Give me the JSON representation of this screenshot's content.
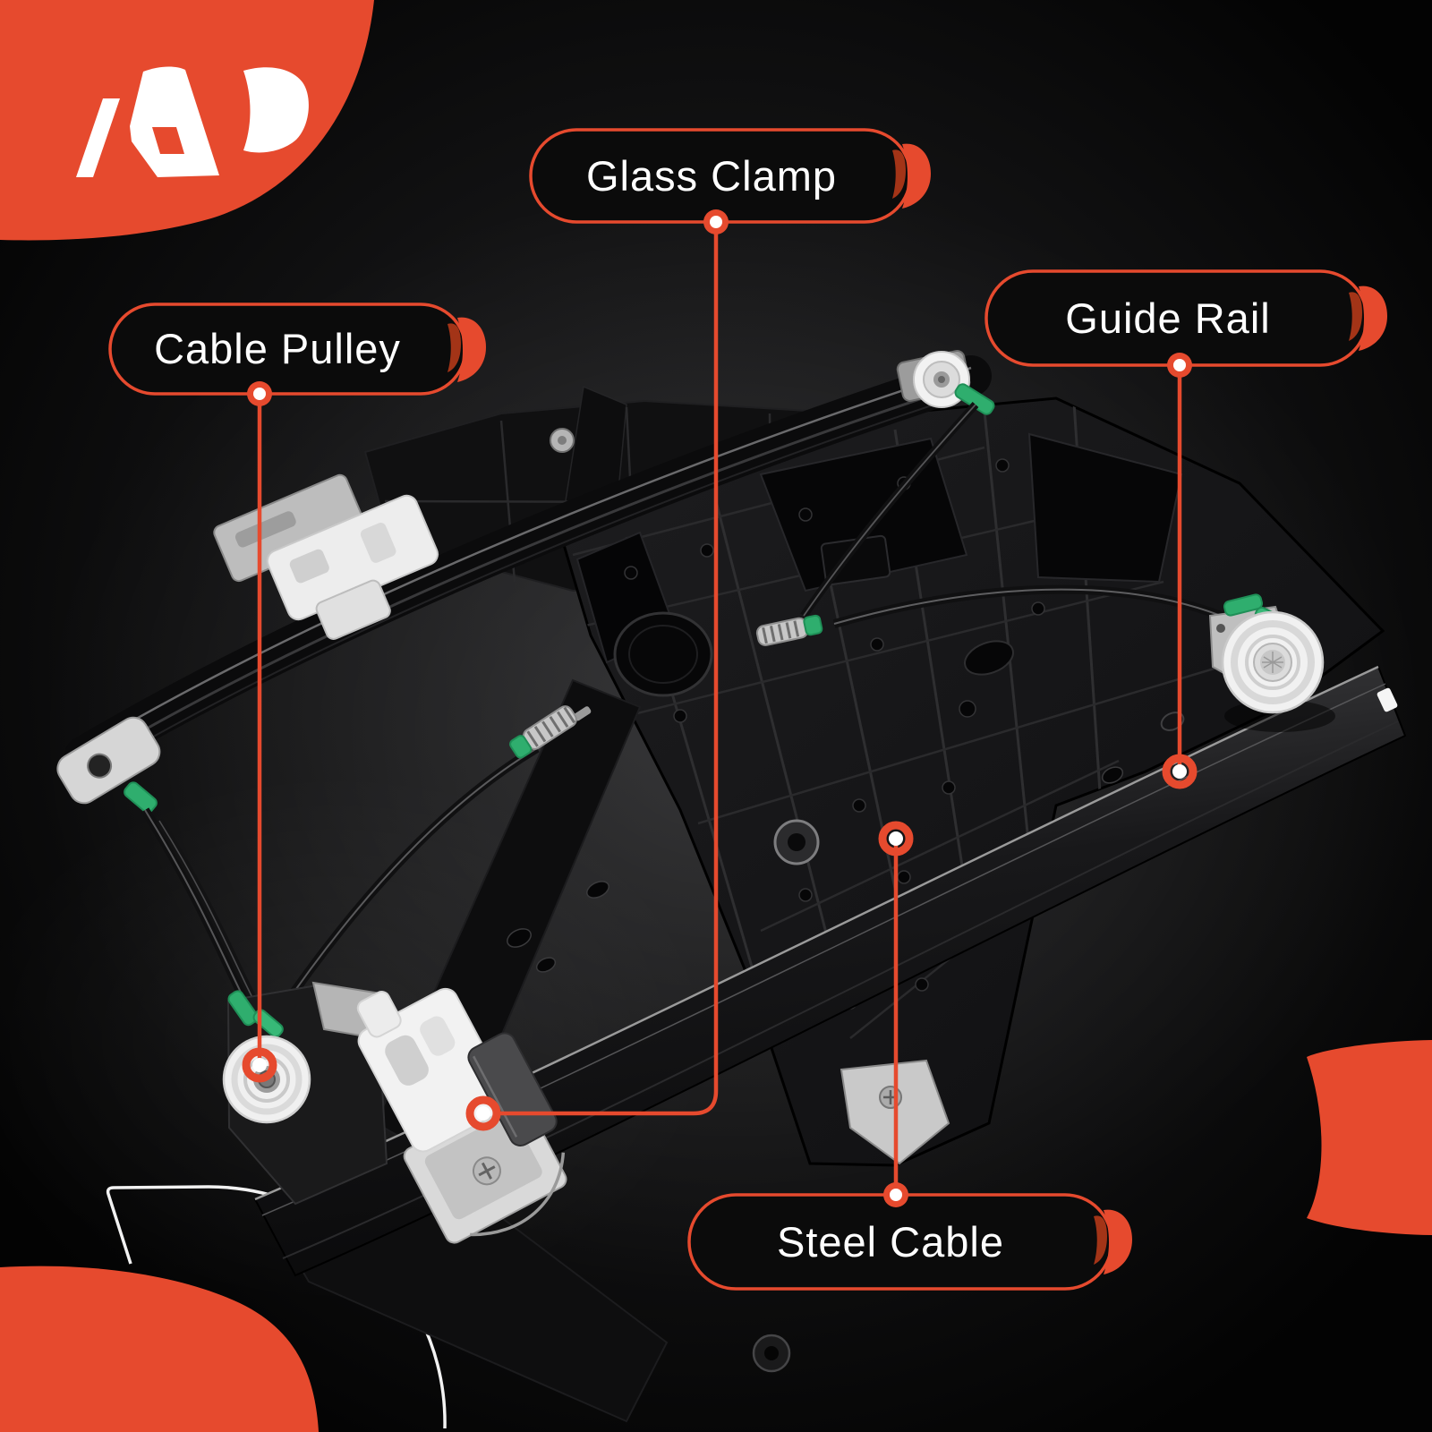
{
  "image": {
    "kind": "product-callout-infographic",
    "background_color": "#050505",
    "accent_color": "#e64a2e",
    "accent_dark_color": "#a33417",
    "part_plastic_color": "#f0f0f0",
    "cable_end_color": "#2fae6e"
  },
  "brand": {
    "logo_icon": "ap-monogram-icon",
    "logo_foreground": "#ffffff",
    "logo_background": "#e64a2e"
  },
  "callouts": [
    {
      "id": "cable-pulley",
      "label": "Cable Pulley"
    },
    {
      "id": "glass-clamp",
      "label": "Glass Clamp"
    },
    {
      "id": "guide-rail",
      "label": "Guide Rail"
    },
    {
      "id": "steel-cable",
      "label": "Steel Cable"
    }
  ]
}
